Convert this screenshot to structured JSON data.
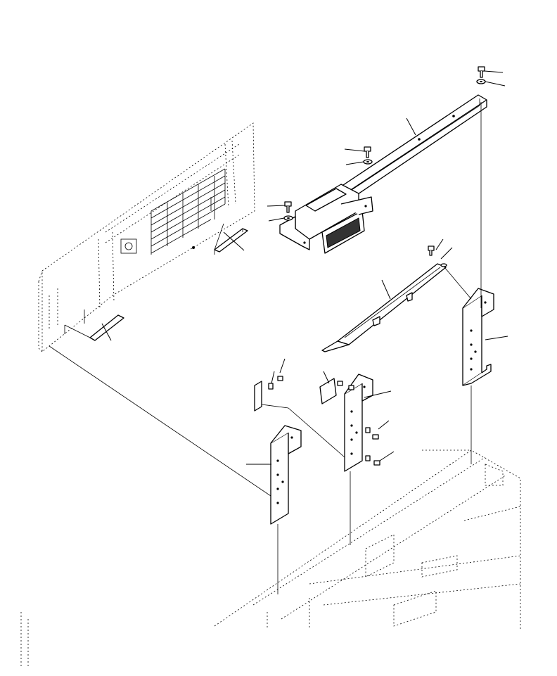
{
  "figure": {
    "kind": "exploded parts diagram",
    "colors": {
      "line": "#000000",
      "background": "#ffffff",
      "shade": "#333333"
    },
    "parts": [
      "top-beam",
      "mounting-bolt",
      "washer",
      "wiper-blade",
      "left-bracket",
      "middle-bracket",
      "right-bracket",
      "cover-plate",
      "handle",
      "rear-panel",
      "base-frame"
    ],
    "callouts": [
      "leader-top-bolt",
      "leader-top-washer",
      "leader-beam",
      "leader-mid-bolt",
      "leader-mid-washer",
      "leader-left-bolt",
      "leader-left-washer",
      "leader-handle-upper",
      "leader-handle-lower",
      "leader-wiper-bolt",
      "leader-wiper-nut",
      "leader-wiper",
      "leader-right-bracket",
      "leader-clip-upper",
      "leader-clip-lower",
      "leader-cover",
      "leader-middle-bracket",
      "leader-mid-nut",
      "leader-mid-bolt-lower",
      "leader-left-bracket"
    ]
  }
}
